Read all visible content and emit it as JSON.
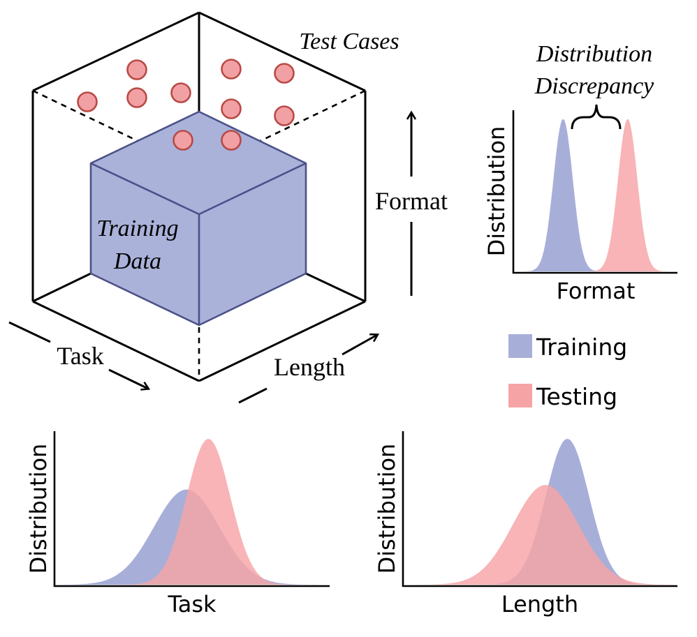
{
  "colors": {
    "training": "#a7afd9",
    "testing": "#f6a3a6",
    "cube_fill": "#aab2da",
    "cube_stroke": "#4b5088",
    "case_fill": "#f1a1a4",
    "case_stroke": "#b84a46",
    "ink": "#000000"
  },
  "cube": {
    "training_line1": "Training",
    "training_line2": "Data",
    "test_cases": "Test Cases"
  },
  "axes": {
    "task": "Task",
    "length": "Length",
    "format": "Format"
  },
  "discrepancy": {
    "line1": "Distribution",
    "line2": "Discrepancy"
  },
  "legend": [
    {
      "label": "Training",
      "color": "#a7afd9"
    },
    {
      "label": "Testing",
      "color": "#f6a3a6"
    }
  ],
  "chart_data": [
    {
      "type": "area",
      "xlabel": "Format",
      "ylabel": "Distribution",
      "series": [
        {
          "name": "Training",
          "mean": 0.3,
          "std": 0.06,
          "peak": 0.95
        },
        {
          "name": "Testing",
          "mean": 0.7,
          "std": 0.06,
          "peak": 0.95
        }
      ]
    },
    {
      "type": "area",
      "xlabel": "Task",
      "ylabel": "Distribution",
      "series": [
        {
          "name": "Training",
          "mean": 0.48,
          "std": 0.12,
          "peak": 0.62
        },
        {
          "name": "Testing",
          "mean": 0.56,
          "std": 0.08,
          "peak": 0.95
        }
      ]
    },
    {
      "type": "area",
      "xlabel": "Length",
      "ylabel": "Distribution",
      "series": [
        {
          "name": "Training",
          "mean": 0.6,
          "std": 0.08,
          "peak": 0.95
        },
        {
          "name": "Testing",
          "mean": 0.52,
          "std": 0.12,
          "peak": 0.65
        }
      ]
    }
  ]
}
